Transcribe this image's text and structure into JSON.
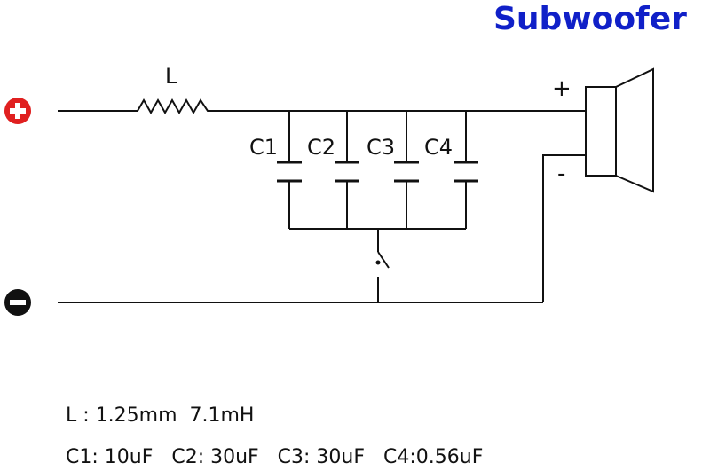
{
  "title": "Subwoofer",
  "inductor": {
    "label": "L"
  },
  "capacitors": [
    {
      "label": "C1"
    },
    {
      "label": "C2"
    },
    {
      "label": "C3"
    },
    {
      "label": "C4"
    }
  ],
  "speaker": {
    "plus": "+",
    "minus": "-"
  },
  "terminals": {
    "positive_icon": "red-plus-circle-icon",
    "negative_icon": "black-minus-circle-icon"
  },
  "specs": {
    "line1": "L : 1.25mm  7.1mH",
    "line2": "C1: 10uF   C2: 30uF   C3: 30uF   C4:0.56uF"
  },
  "colors": {
    "title": "#1020c8",
    "positive_terminal": "#e02020",
    "negative_terminal": "#111111"
  }
}
